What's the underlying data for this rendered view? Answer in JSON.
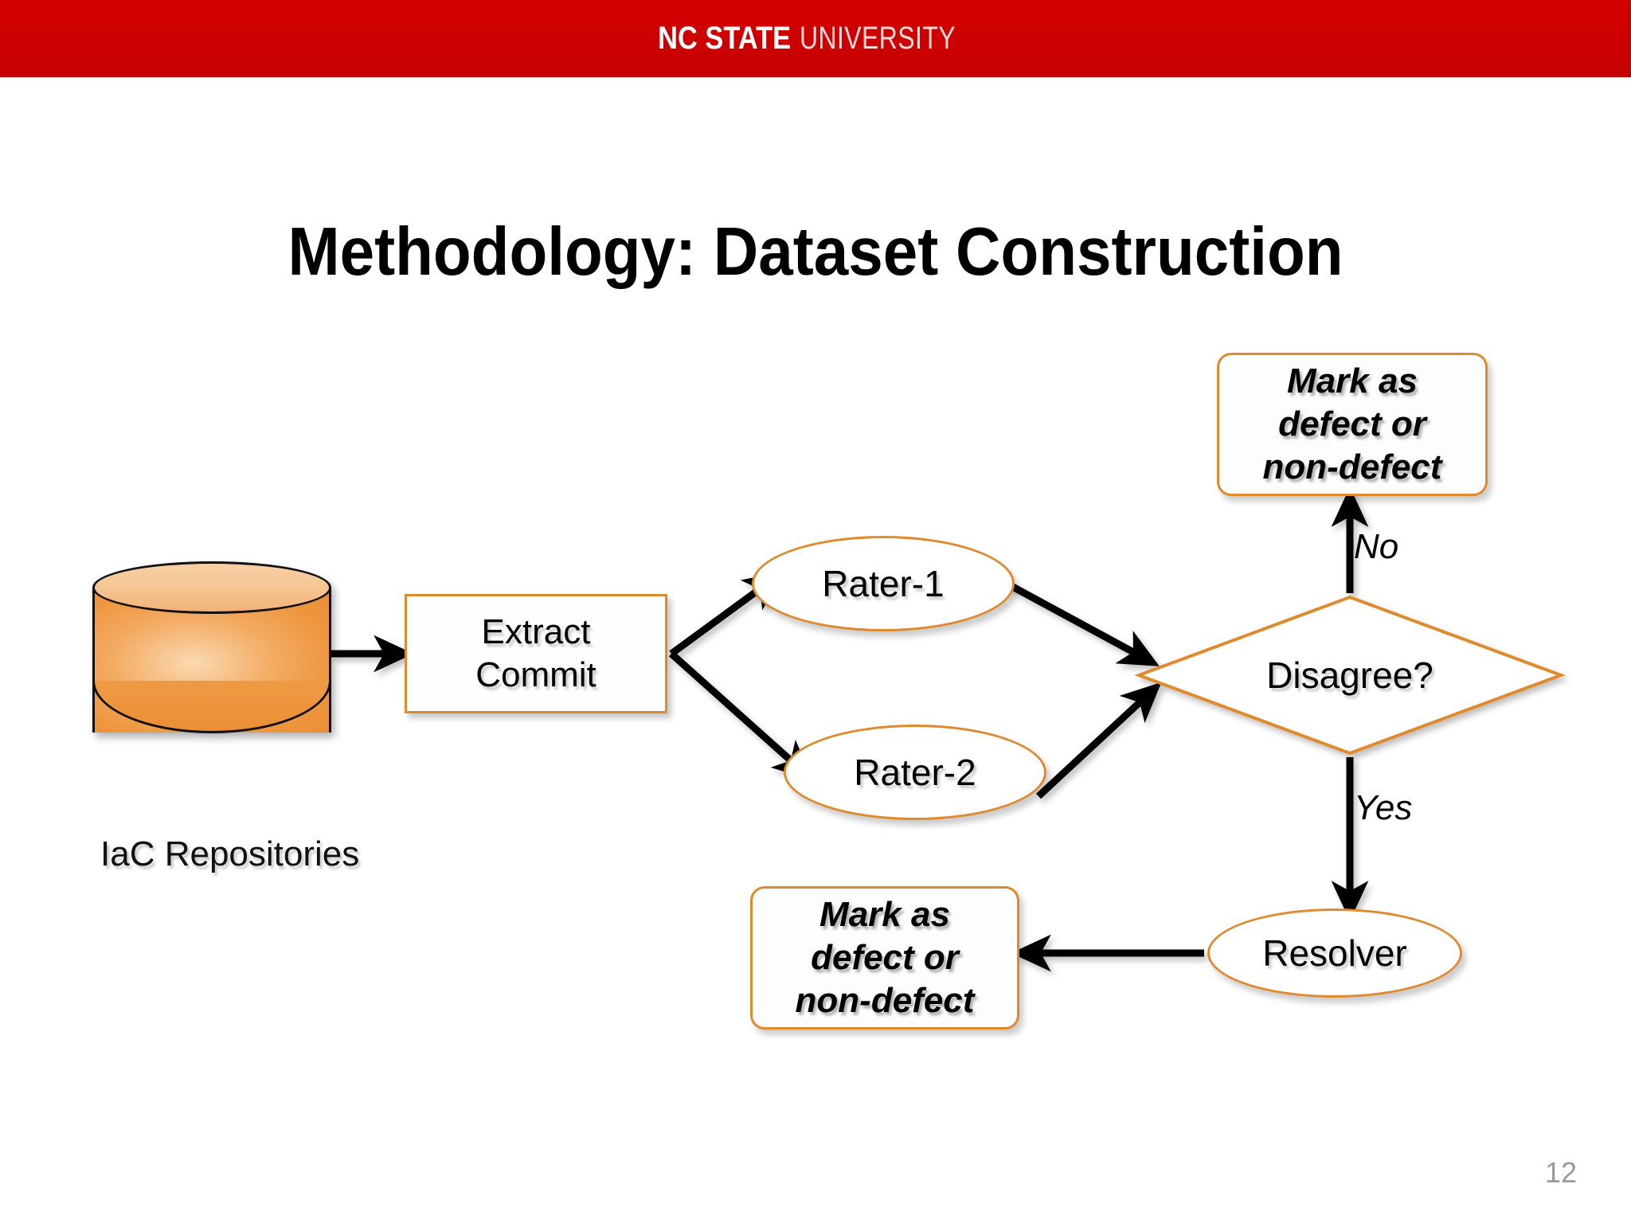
{
  "header": {
    "brand_strong": "NC STATE",
    "brand_light": "UNIVERSITY",
    "bar_color": "#CC0000"
  },
  "slide": {
    "title": "Methodology: Dataset Construction",
    "page_number": "12"
  },
  "diagram": {
    "accent_color": "#E08A2E",
    "nodes": {
      "database": {
        "caption": "IaC Repositories",
        "fill_color": "#EE9740"
      },
      "extract_commit": {
        "line1": "Extract",
        "line2": "Commit"
      },
      "rater_1": {
        "label": "Rater-1"
      },
      "rater_2": {
        "label": "Rater-2"
      },
      "disagree": {
        "label": "Disagree?"
      },
      "resolver": {
        "label": "Resolver"
      },
      "mark_top": {
        "line1": "Mark as",
        "line2": "defect or",
        "line3": "non-defect"
      },
      "mark_bottom": {
        "line1": "Mark as",
        "line2": "defect or",
        "line3": "non-defect"
      }
    },
    "edge_labels": {
      "no": "No",
      "yes": "Yes"
    }
  }
}
